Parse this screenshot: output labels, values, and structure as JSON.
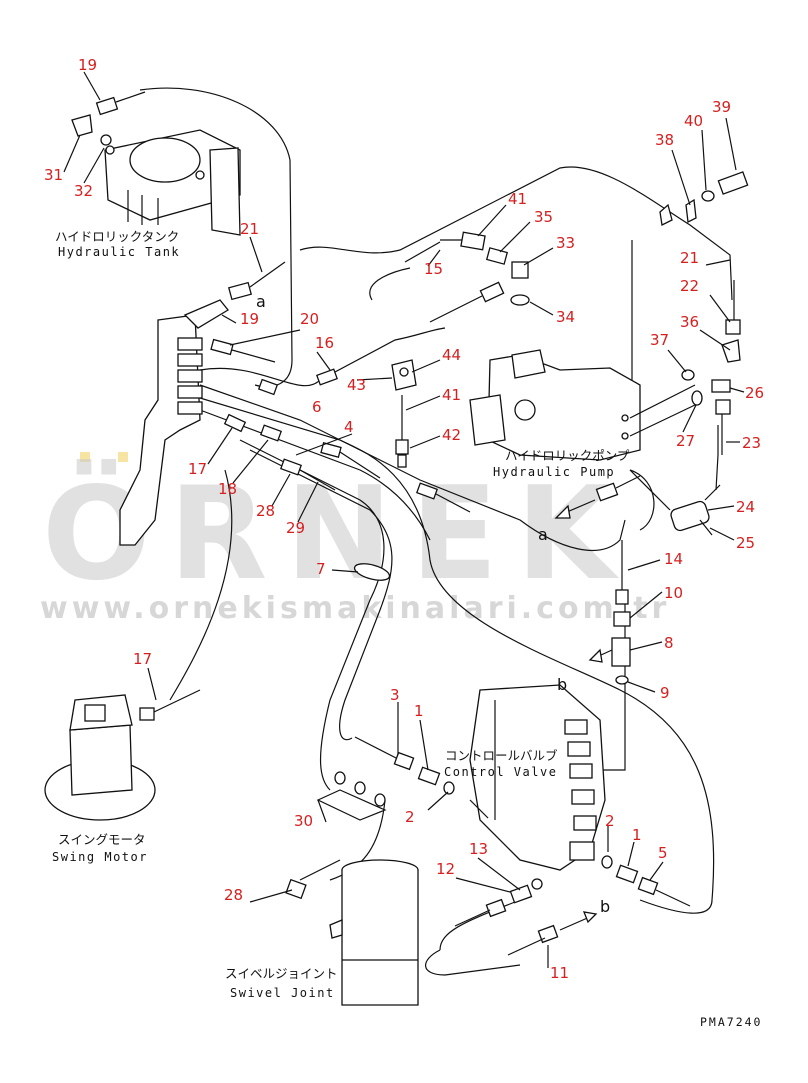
{
  "components": {
    "hydraulic_tank": {
      "jp": "ハイドロリックタンク",
      "en": "Hydraulic Tank"
    },
    "hydraulic_pump": {
      "jp": "ハイドロリックポンプ",
      "en": "Hydraulic Pump"
    },
    "control_valve": {
      "jp": "コントロールバルブ",
      "en": "Control Valve"
    },
    "swing_motor": {
      "jp": "スイングモータ",
      "en": "Swing Motor"
    },
    "swivel_joint": {
      "jp": "スイベルジョイント",
      "en": "Swivel Joint"
    }
  },
  "callouts": {
    "n1a": "1",
    "n1b": "1",
    "n2a": "2",
    "n2b": "2",
    "n3": "3",
    "n4": "4",
    "n5": "5",
    "n6": "6",
    "n7": "7",
    "n8": "8",
    "n9": "9",
    "n10": "10",
    "n11": "11",
    "n12": "12",
    "n13": "13",
    "n14": "14",
    "n15": "15",
    "n16": "16",
    "n17a": "17",
    "n17b": "17",
    "n18": "18",
    "n19a": "19",
    "n19b": "19",
    "n20": "20",
    "n21a": "21",
    "n21b": "21",
    "n22": "22",
    "n23": "23",
    "n24": "24",
    "n25": "25",
    "n26": "26",
    "n27": "27",
    "n28a": "28",
    "n28b": "28",
    "n29": "29",
    "n30": "30",
    "n31": "31",
    "n32": "32",
    "n33": "33",
    "n34": "34",
    "n35": "35",
    "n36": "36",
    "n37": "37",
    "n38": "38",
    "n39": "39",
    "n40": "40",
    "n41a": "41",
    "n41b": "41",
    "n42": "42",
    "n43": "43",
    "n44": "44"
  },
  "connection_letters": {
    "a1": "a",
    "a2": "a",
    "b1": "b",
    "b2": "b"
  },
  "drawing_code": "PMA7240",
  "watermark": {
    "word": "ÖRNEK",
    "url": "www.ornekismakinalari.com.tr"
  }
}
